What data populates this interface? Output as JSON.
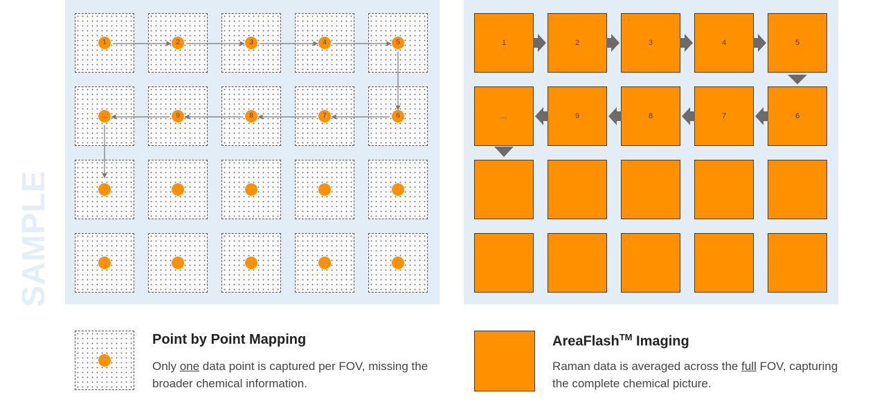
{
  "watermark": "SAMPLE",
  "left_panel": {
    "dot_labels": [
      [
        "1",
        "2",
        "3",
        "4",
        "5"
      ],
      [
        "…",
        "9",
        "8",
        "7",
        "6"
      ],
      [
        "",
        "",
        "",
        "",
        ""
      ],
      [
        "",
        "",
        "",
        "",
        ""
      ]
    ]
  },
  "right_panel": {
    "cell_labels": [
      [
        "1",
        "2",
        "3",
        "4",
        "5"
      ],
      [
        "...",
        "9",
        "8",
        "7",
        "6"
      ],
      [
        "",
        "",
        "",
        "",
        ""
      ],
      [
        "",
        "",
        "",
        "",
        ""
      ]
    ]
  },
  "legend": {
    "left": {
      "title": "Point by Point Mapping",
      "desc_before": "Only ",
      "desc_emph": "one",
      "desc_after": " data point is captured per FOV, missing the broader chemical information."
    },
    "right": {
      "title_main": "AreaFlash",
      "title_sup": "TM",
      "title_end": " Imaging",
      "desc_before": "Raman data is averaged across the ",
      "desc_emph": "full",
      "desc_after": " FOV, capturing the complete chemical picture."
    }
  },
  "colors": {
    "accent": "#ff9000",
    "panel": "#e2edf6",
    "arrow_thin": "#777777",
    "arrow_bold": "#6b6b6b"
  }
}
